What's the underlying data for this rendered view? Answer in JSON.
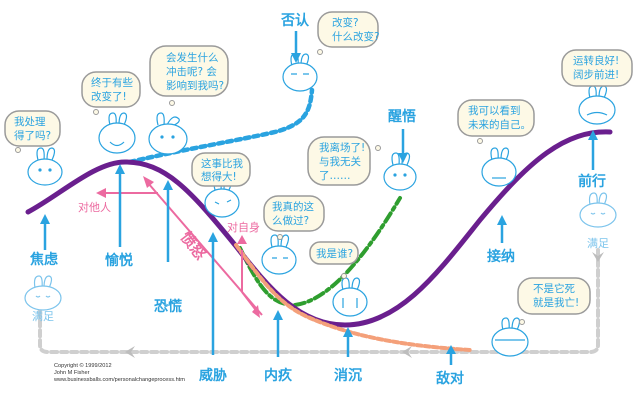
{
  "title": "Personal Change Process (Transition Curve)",
  "colors": {
    "main_curve": "#6a1f8e",
    "denial_path": "#2aa3e0",
    "awakening_path": "#2f9e2f",
    "hostility_path": "#f4a07a",
    "stage_label": "#2aa3e0",
    "anger": "#ec6aa0",
    "loop": "#c8c8c8",
    "bubble_fill": "#fdf9e6",
    "bubble_stroke": "#9a9a9a"
  },
  "stages": [
    {
      "id": "anxiety",
      "label": "焦虑"
    },
    {
      "id": "happiness",
      "label": "愉悦"
    },
    {
      "id": "fear",
      "label": "恐慌"
    },
    {
      "id": "threat",
      "label": "威胁"
    },
    {
      "id": "guilt",
      "label": "内疚"
    },
    {
      "id": "depression",
      "label": "消沉"
    },
    {
      "id": "hostility",
      "label": "敌对"
    },
    {
      "id": "acceptance",
      "label": "接纳"
    },
    {
      "id": "moving-forward",
      "label": "前行"
    },
    {
      "id": "denial",
      "label": "否认"
    },
    {
      "id": "awakening",
      "label": "醒悟"
    }
  ],
  "anger": {
    "label": "愤怒",
    "toward_others": "对他人",
    "toward_self": "对自身"
  },
  "contentment": {
    "left": "满足",
    "right": "满足"
  },
  "bubbles": [
    {
      "id": "anxiety",
      "lines": [
        "我处理",
        "得了吗?"
      ]
    },
    {
      "id": "happiness",
      "lines": [
        "终于有些",
        "改变了!"
      ]
    },
    {
      "id": "fear",
      "lines": [
        "会发生什么",
        "冲击呢? 会",
        "影响到我吗?"
      ]
    },
    {
      "id": "threat",
      "lines": [
        "这事比我",
        "想得大!"
      ]
    },
    {
      "id": "denial",
      "lines": [
        "改变?",
        "什么改变?"
      ]
    },
    {
      "id": "guilt",
      "lines": [
        "我真的这",
        "么做过?"
      ]
    },
    {
      "id": "depression",
      "lines": [
        "我是谁?"
      ]
    },
    {
      "id": "awakening",
      "lines": [
        "我离场了!",
        "与我无关",
        "了……"
      ]
    },
    {
      "id": "acceptance",
      "lines": [
        "我可以看到",
        "未来的自己。"
      ]
    },
    {
      "id": "moving-forward",
      "lines": [
        "运转良好!",
        "阔步前进!"
      ]
    },
    {
      "id": "hostility",
      "lines": [
        "不是它死",
        "就是我亡!"
      ]
    }
  ],
  "copyright": {
    "line1": "Copyright © 1999/2012",
    "line2": "John M Fisher",
    "line3": "www.businessballs.com/personalchangeprocess.htm"
  }
}
